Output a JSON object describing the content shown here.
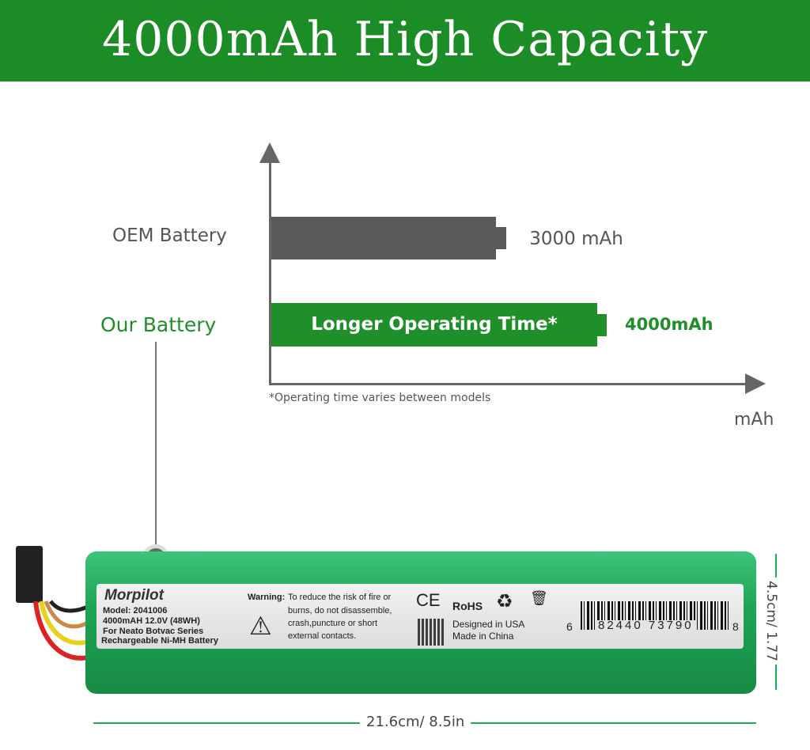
{
  "title": "4000mAh High Capacity",
  "chart": {
    "oem_label": "OEM Battery",
    "oem_value_label": "3000 mAh",
    "oem_value": 3000,
    "our_label": "Our Battery",
    "our_value_label": "4000mAh",
    "our_value": 4000,
    "our_bar_text": "Longer Operating Time*",
    "footnote": "*Operating time varies between models",
    "x_unit": "mAh"
  },
  "battery_label": {
    "brand": "Morpilot",
    "model": "Model: 2041006",
    "spec": "4000mAH 12.0V (48WH)",
    "compat": "For Neato Botvac Series",
    "type": "Rechargeable Ni-MH Battery",
    "warning_title": "Warning:",
    "warning_lines": [
      "To reduce the risk of fire or",
      "burns, do not disassemble,",
      "crash,puncture or short",
      "external contacts."
    ],
    "rohs": "RoHS",
    "designed": "Designed in USA",
    "made": "Made in China",
    "barcode_left": "6",
    "barcode_mid": "82440 73790",
    "barcode_right": "8"
  },
  "dimensions": {
    "length": "21.6cm/ 8.5in",
    "diameter": "4.5cm/ 1.77"
  },
  "colors": {
    "header": "#1b8c26",
    "green_bar": "#1f8f2a",
    "gray_bar": "#5a5a5a"
  }
}
